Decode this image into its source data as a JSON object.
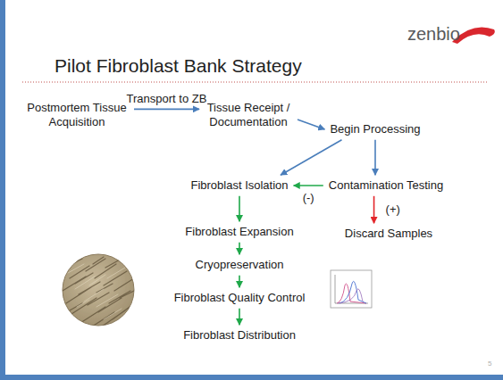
{
  "diagram": {
    "title": "Pilot Fibroblast Bank Strategy",
    "nodes": [
      {
        "text": [
          "Postmortem Tissue Acquisition"
        ]
      },
      {
        "text": [
          "Tissue Receipt / Documentation"
        ]
      },
      {
        "text": [
          "Begin Processing"
        ]
      },
      {
        "text": [
          "Fibroblast Isolation"
        ]
      },
      {
        "text": [
          "Contamination Testing"
        ]
      },
      {
        "text": [
          "Discard Samples"
        ]
      },
      {
        "text": [
          "Fibroblast Expansion"
        ]
      },
      {
        "text": [
          "Cryopreservation"
        ]
      },
      {
        "text": [
          "Fibroblast Quality Control"
        ]
      },
      {
        "text": [
          "Fibroblast Distribution"
        ]
      }
    ],
    "edges": [
      {
        "from": 0,
        "to": 1,
        "arrow": "to",
        "label": "Transport to ZB"
      },
      {
        "from": 1,
        "to": 2,
        "arrow": "to"
      },
      {
        "from": 2,
        "to": 3,
        "arrow": "to"
      },
      {
        "from": 2,
        "to": 4,
        "arrow": "to"
      },
      {
        "from": 4,
        "to": 3,
        "arrow": "to",
        "label": "(-)"
      },
      {
        "from": 4,
        "to": 5,
        "arrow": "to",
        "label": "(+)"
      },
      {
        "from": 3,
        "to": 6,
        "arrow": "to"
      },
      {
        "from": 6,
        "to": 7,
        "arrow": "to"
      },
      {
        "from": 7,
        "to": 8,
        "arrow": "to"
      },
      {
        "from": 8,
        "to": 9,
        "arrow": "to"
      }
    ],
    "labels": [
      "zenbio",
      "5"
    ]
  }
}
